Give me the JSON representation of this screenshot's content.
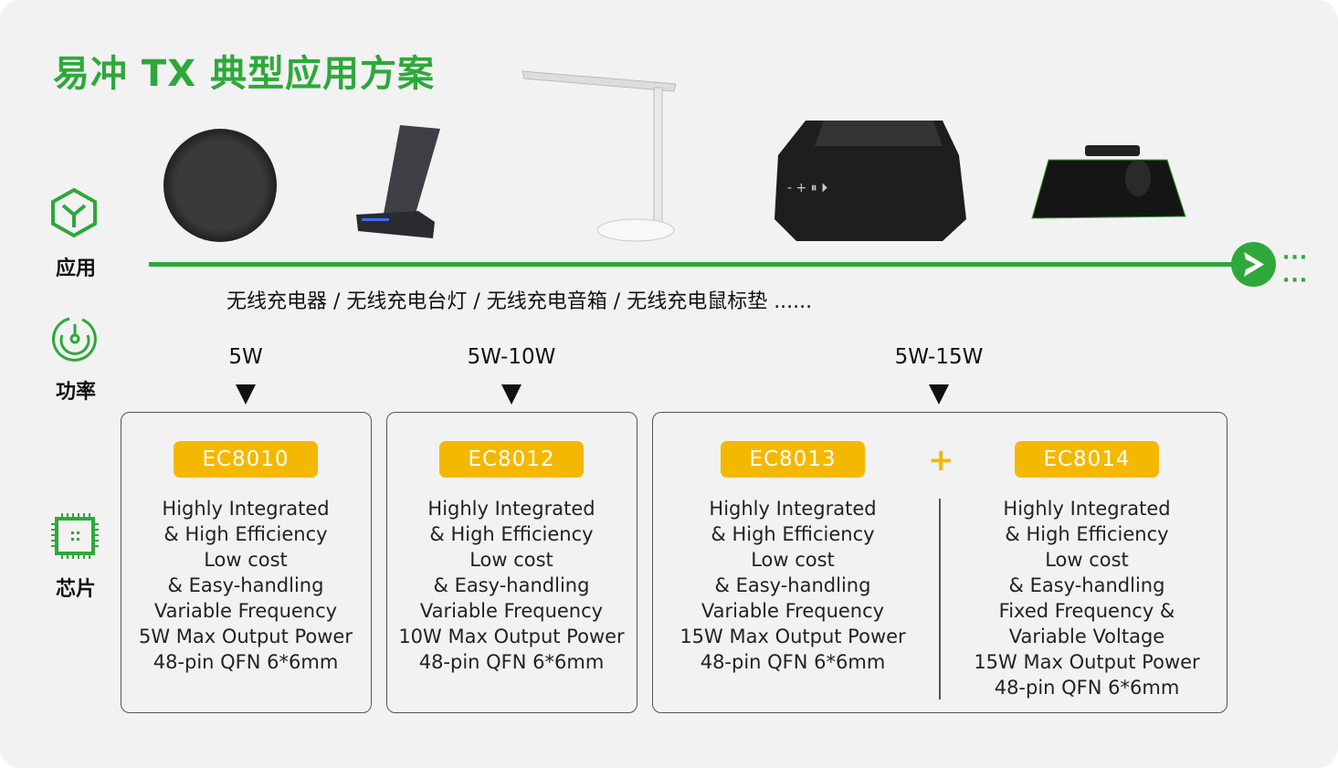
{
  "title": "易冲 TX 典型应用方案",
  "side": {
    "application": "应用",
    "power": "功率",
    "chip": "芯片"
  },
  "timeline": {
    "more": "··· ···"
  },
  "applications_text": "无线充电器 / 无线充电台灯 / 无线充电音箱 / 无线充电鼠标垫 ......",
  "power_levels": [
    "5W",
    "5W-10W",
    "5W-15W"
  ],
  "plus": "+",
  "chips": [
    {
      "name": "EC8010",
      "lines": [
        "Highly Integrated",
        "& High Efficiency",
        "Low cost",
        "& Easy-handling",
        "Variable Frequency",
        "5W Max Output Power",
        "48-pin QFN 6*6mm"
      ]
    },
    {
      "name": "EC8012",
      "lines": [
        "Highly Integrated",
        "& High Efficiency",
        "Low cost",
        "& Easy-handling",
        "Variable Frequency",
        "10W Max Output Power",
        "48-pin QFN 6*6mm"
      ]
    },
    {
      "name": "EC8013",
      "lines": [
        "Highly Integrated",
        "& High Efficiency",
        "Low cost",
        "& Easy-handling",
        "Variable Frequency",
        "15W Max Output Power",
        "48-pin QFN 6*6mm"
      ]
    },
    {
      "name": "EC8014",
      "lines": [
        "Highly Integrated",
        "& High Efficiency",
        "Low cost",
        "& Easy-handling",
        "Fixed Frequency  &",
        "Variable Voltage",
        "15W Max Output Power",
        "48-pin QFN 6*6mm"
      ]
    }
  ],
  "colors": {
    "green": "#2ea83a",
    "orange": "#f5b800"
  }
}
